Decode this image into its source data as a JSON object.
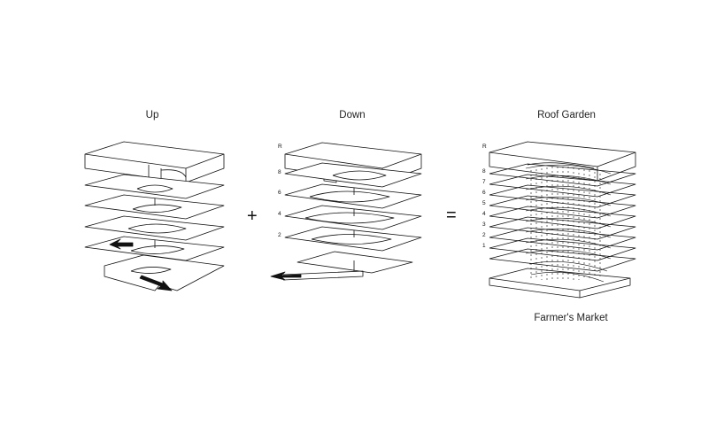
{
  "panels": {
    "up": {
      "title": "Up"
    },
    "down": {
      "title": "Down",
      "floor_labels": [
        "R",
        "8",
        "6",
        "4",
        "2"
      ]
    },
    "roof": {
      "title": "Roof Garden",
      "bottom_label": "Farmer's Market",
      "floor_labels": [
        "R",
        "8",
        "7",
        "6",
        "5",
        "4",
        "3",
        "2",
        "1"
      ]
    }
  },
  "operators": {
    "plus": "+",
    "equals": "="
  }
}
